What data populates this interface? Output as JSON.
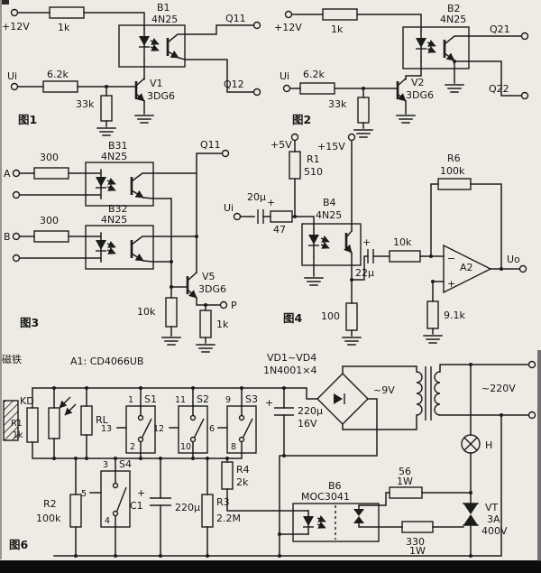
{
  "page": {
    "bg": "#edebe4",
    "ink": "#1c1c1c"
  },
  "shared": {
    "plus": "+"
  },
  "fig1": {
    "caption": "图1",
    "supply": "+12V",
    "r_supply": "1k",
    "opto_name": "B1",
    "opto_type": "4N25",
    "out_top": "Q11",
    "out_bottom": "Q12",
    "input": "Ui",
    "r_input": "6.2k",
    "r_bias": "33k",
    "transistor": "V1",
    "transistor_type": "3DG6"
  },
  "fig2": {
    "caption": "图2",
    "supply": "+12V",
    "r_supply": "1k",
    "opto_name": "B2",
    "opto_type": "4N25",
    "out_top": "Q21",
    "out_bottom": "Q22",
    "input": "Ui",
    "r_input": "6.2k",
    "r_bias": "33k",
    "transistor": "V2",
    "transistor_type": "3DG6"
  },
  "fig3": {
    "caption": "图3",
    "input_a": "A",
    "input_b": "B",
    "r_a": "300",
    "r_b": "300",
    "opto_a_name": "B31",
    "opto_a_type": "4N25",
    "opto_b_name": "B32",
    "opto_b_type": "4N25",
    "out": "Q11",
    "transistor": "V5",
    "transistor_type": "3DG6",
    "r_base": "10k",
    "r_emitter": "1k",
    "out_p": "P"
  },
  "fig4": {
    "caption": "图4",
    "supply_5v": "+5V",
    "supply_15v": "+15V",
    "r1_name": "R1",
    "r1_value": "510",
    "cap_in": "20μ",
    "input": "Ui",
    "r_series": "47",
    "opto_name": "B4",
    "opto_type": "4N25",
    "cap_out": "22μ",
    "r_coupling": "10k",
    "r_emitter": "100",
    "r_feedback_name": "R6",
    "r_feedback_value": "100k",
    "opamp": "A2",
    "minus": "−",
    "r_ref": "9.1k",
    "output": "Uo"
  },
  "fig6": {
    "caption": "图6",
    "magnet": "磁铁",
    "sensor": "KD",
    "ic": "A1: CD4066UB",
    "r_l": "RL",
    "r1_name": "R1",
    "r1_value": "1k",
    "s1": {
      "name": "S1",
      "pin_top": "1",
      "pin_left": "13",
      "pin_bottom": "2"
    },
    "s2": {
      "name": "S2",
      "pin_top": "11",
      "pin_left": "12",
      "pin_bottom": "10"
    },
    "s3": {
      "name": "S3",
      "pin_top": "9",
      "pin_left": "6",
      "pin_bottom": "8"
    },
    "s4": {
      "name": "S4",
      "pin_top": "3",
      "pin_left": "5",
      "pin_bottom": "4"
    },
    "r2_name": "R2",
    "r2_value": "100k",
    "c1_name": "C1",
    "c1_value": "220μ",
    "r3_name": "R3",
    "r3_value": "2.2M",
    "r4_name": "R4",
    "r4_value": "2k",
    "cap_filter": "220μ",
    "cap_filter_voltage": "16V",
    "rectifier": "VD1~VD4",
    "rectifier_type": "1N4001×4",
    "ac_secondary": "~9V",
    "ac_mains": "~220V",
    "lamp": "H",
    "r_snubber": "56",
    "r_snubber_power": "1W",
    "driver_name": "B6",
    "driver_type": "MOC3041",
    "r_gate": "330",
    "r_gate_power": "1W",
    "triac": "VT",
    "triac_current": "3A",
    "triac_voltage": "400V"
  }
}
